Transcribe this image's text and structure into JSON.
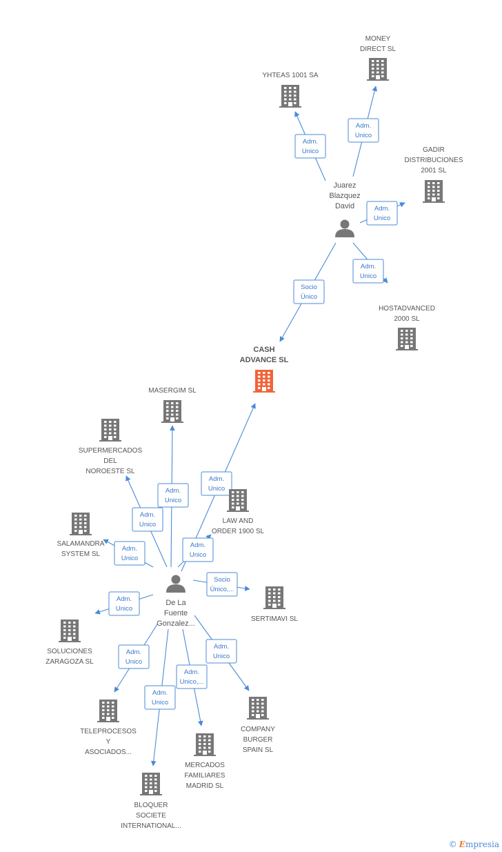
{
  "colors": {
    "building": "#777777",
    "building_main": "#f0643a",
    "edge": "#4a8ad6",
    "label": "#555555"
  },
  "nodes": [
    {
      "id": "cash",
      "type": "company-main",
      "lines": [
        "CASH",
        "ADVANCE SL"
      ]
    },
    {
      "id": "juarez",
      "type": "person",
      "lines": [
        "Juarez",
        "Blazquez",
        "David"
      ]
    },
    {
      "id": "delafuente",
      "type": "person",
      "lines": [
        "De La",
        "Fuente",
        "Gonzalez..."
      ]
    },
    {
      "id": "yhteas",
      "type": "company",
      "lines": [
        "YHTEAS 1001 SA"
      ]
    },
    {
      "id": "money",
      "type": "company",
      "lines": [
        "MONEY",
        "DIRECT SL"
      ]
    },
    {
      "id": "gadir",
      "type": "company",
      "lines": [
        "GADIR",
        "DISTRIBUCIONES",
        "2001 SL"
      ]
    },
    {
      "id": "hostadv",
      "type": "company",
      "lines": [
        "HOSTADVANCED",
        "2000 SL"
      ]
    },
    {
      "id": "masergim",
      "type": "company",
      "lines": [
        "MASERGIM SL"
      ]
    },
    {
      "id": "supermercados",
      "type": "company",
      "lines": [
        "SUPERMERCADOS",
        "DEL",
        "NOROESTE SL"
      ]
    },
    {
      "id": "salamandra",
      "type": "company",
      "lines": [
        "SALAMANDRA",
        "SYSTEM SL"
      ]
    },
    {
      "id": "lawandorder",
      "type": "company",
      "lines": [
        "LAW AND",
        "ORDER 1900 SL"
      ]
    },
    {
      "id": "sertimavi",
      "type": "company",
      "lines": [
        "SERTIMAVI SL"
      ]
    },
    {
      "id": "soluciones",
      "type": "company",
      "lines": [
        "SOLUCIONES",
        "ZARAGOZA SL"
      ]
    },
    {
      "id": "teleprocesos",
      "type": "company",
      "lines": [
        "TELEPROCESOS",
        "Y",
        "ASOCIADOS..."
      ]
    },
    {
      "id": "company_burger",
      "type": "company",
      "lines": [
        "COMPANY",
        "BURGER",
        "SPAIN SL"
      ]
    },
    {
      "id": "mercados",
      "type": "company",
      "lines": [
        "MERCADOS",
        "FAMILIARES",
        "MADRID SL"
      ]
    },
    {
      "id": "bloquer",
      "type": "company",
      "lines": [
        "BLOQUER",
        "SOCIETE",
        "INTERNATIONAL..."
      ]
    }
  ],
  "edges": [
    {
      "from": "juarez",
      "to": "yhteas",
      "label": [
        "Adm.",
        "Unico"
      ]
    },
    {
      "from": "juarez",
      "to": "money",
      "label": [
        "Adm.",
        "Unico"
      ]
    },
    {
      "from": "juarez",
      "to": "gadir",
      "label": [
        "Adm.",
        "Unico"
      ]
    },
    {
      "from": "juarez",
      "to": "hostadv",
      "label": [
        "Adm.",
        "Unico"
      ]
    },
    {
      "from": "juarez",
      "to": "cash",
      "label": [
        "Socio",
        "Único"
      ]
    },
    {
      "from": "delafuente",
      "to": "cash",
      "label": [
        "Adm.",
        "Unico"
      ]
    },
    {
      "from": "delafuente",
      "to": "masergim",
      "label": [
        "Adm.",
        "Unico"
      ]
    },
    {
      "from": "delafuente",
      "to": "supermercados",
      "label": [
        "Adm.",
        "Unico"
      ]
    },
    {
      "from": "delafuente",
      "to": "salamandra",
      "label": [
        "Adm.",
        "Unico"
      ]
    },
    {
      "from": "delafuente",
      "to": "lawandorder",
      "label": [
        "Adm.",
        "Unico"
      ]
    },
    {
      "from": "delafuente",
      "to": "sertimavi",
      "label": [
        "Socio",
        "Único,..."
      ]
    },
    {
      "from": "delafuente",
      "to": "soluciones",
      "label": [
        "Adm.",
        "Unico"
      ]
    },
    {
      "from": "delafuente",
      "to": "teleprocesos",
      "label": [
        "Adm.",
        "Unico"
      ]
    },
    {
      "from": "delafuente",
      "to": "company_burger",
      "label": [
        "Adm.",
        "Unico"
      ]
    },
    {
      "from": "delafuente",
      "to": "mercados",
      "label": [
        "Adm.",
        "Unico,..."
      ]
    },
    {
      "from": "delafuente",
      "to": "bloquer",
      "label": [
        "Adm.",
        "Unico"
      ]
    }
  ],
  "footer": {
    "copyright": "©",
    "brand_initial": "E",
    "brand_rest": "mpresia"
  }
}
